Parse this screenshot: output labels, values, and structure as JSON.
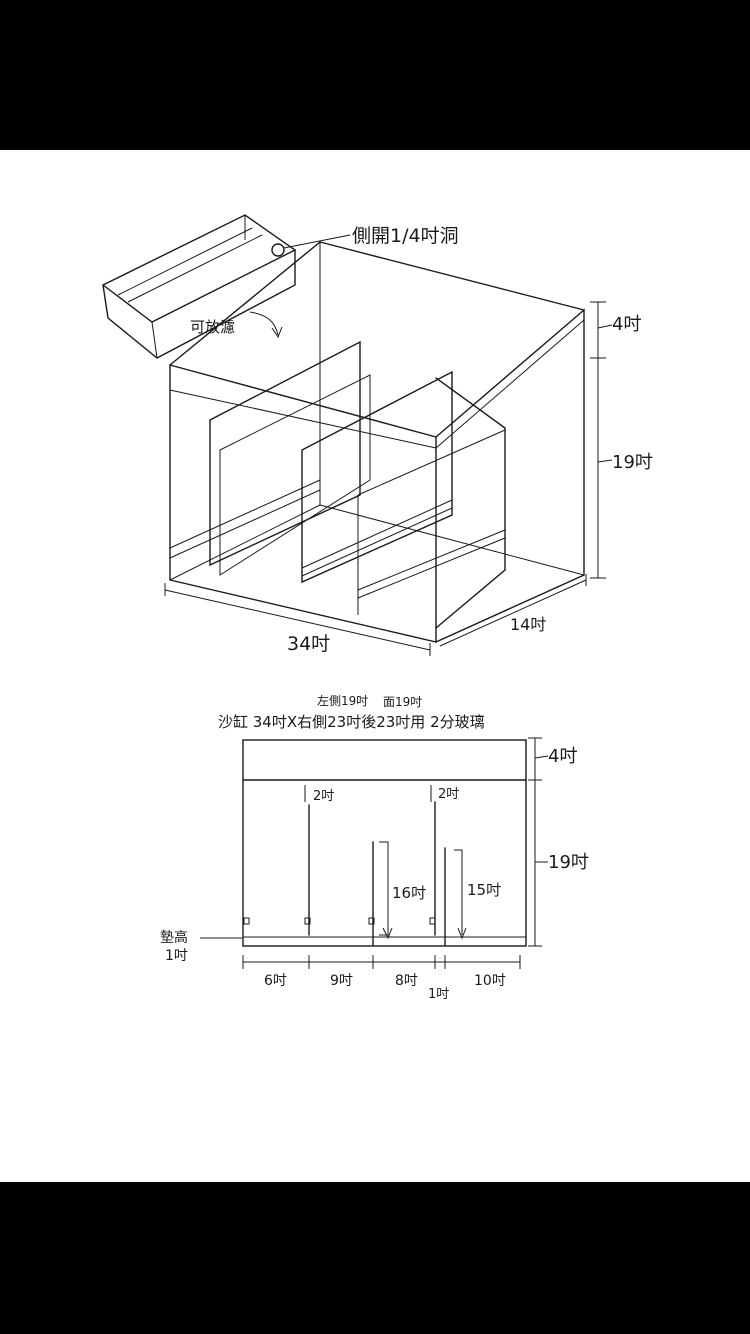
{
  "iso_labels": {
    "side_hole": "側開1/4吋洞",
    "top_tray": "可放濾",
    "height_top": "4吋",
    "height_main": "19吋",
    "width": "34吋",
    "depth": "14吋"
  },
  "front_labels": {
    "header_top_1": "左側19吋",
    "header_top_2": "面19吋",
    "header_bottom": "沙缸 34吋X右側23吋後23吋用 2分玻璃",
    "height_top": "4吋",
    "height_main": "19吋",
    "gap_left": "2吋",
    "gap_right": "2吋",
    "baffle_16": "16吋",
    "baffle_15": "15吋",
    "raised_1": "墊高",
    "raised_2": "1吋",
    "seg_1": "6吋",
    "seg_2": "9吋",
    "seg_3": "8吋",
    "seg_4": "1吋",
    "seg_5": "10吋"
  }
}
